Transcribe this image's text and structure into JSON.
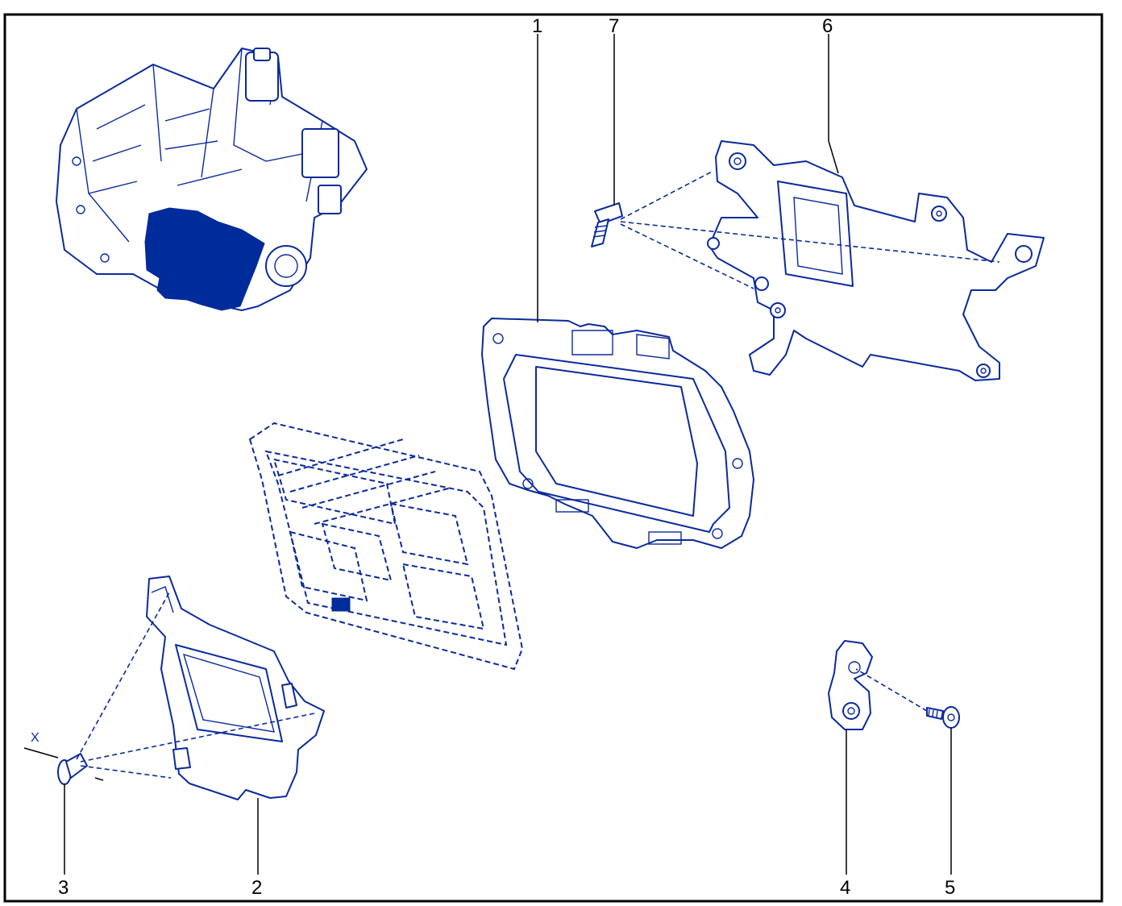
{
  "diagram": {
    "callouts": [
      "1",
      "2",
      "3",
      "4",
      "5",
      "6",
      "7"
    ],
    "x_marker": "X"
  },
  "colors": {
    "line": "#0a2a9c",
    "fill_highlight": "#002b9a",
    "frame": "#000000"
  }
}
